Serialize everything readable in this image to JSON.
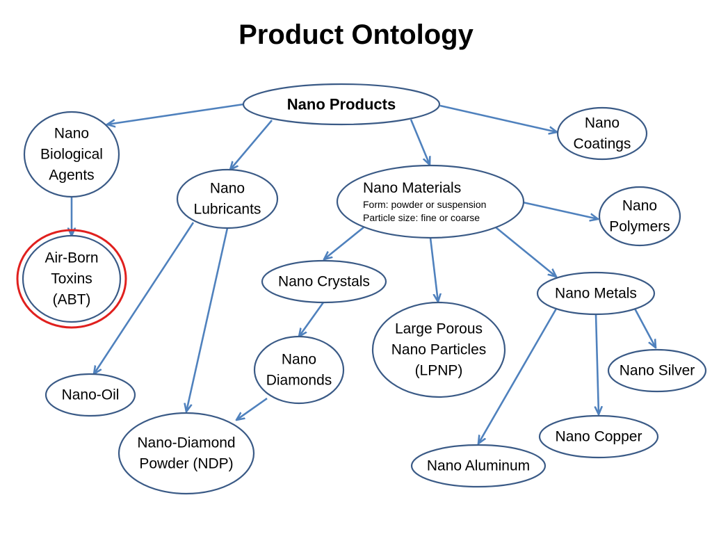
{
  "title": "Product Ontology",
  "colors": {
    "node_stroke": "#3a5a86",
    "edge": "#4f81bd",
    "highlight": "#e0201e"
  },
  "nodes": {
    "nano_products": {
      "lines": [
        "Nano Products"
      ]
    },
    "nano_bio": {
      "lines": [
        "Nano",
        "Biological",
        "Agents"
      ]
    },
    "nano_coatings": {
      "lines": [
        "Nano",
        "Coatings"
      ]
    },
    "nano_lubricants": {
      "lines": [
        "Nano",
        "Lubricants"
      ]
    },
    "nano_materials": {
      "lines": [
        "Nano Materials"
      ],
      "details": [
        "Form: powder or suspension",
        "Particle size: fine or coarse"
      ]
    },
    "nano_polymers": {
      "lines": [
        "Nano",
        "Polymers"
      ]
    },
    "abt": {
      "lines": [
        "Air-Born",
        "Toxins",
        "(ABT)"
      ]
    },
    "nano_crystals": {
      "lines": [
        "Nano Crystals"
      ]
    },
    "nano_metals": {
      "lines": [
        "Nano Metals"
      ]
    },
    "lpnp": {
      "lines": [
        "Large Porous",
        "Nano Particles",
        "(LPNP)"
      ]
    },
    "nano_diamonds": {
      "lines": [
        "Nano",
        "Diamonds"
      ]
    },
    "nano_silver": {
      "lines": [
        "Nano Silver"
      ]
    },
    "nano_oil": {
      "lines": [
        "Nano-Oil"
      ]
    },
    "ndp": {
      "lines": [
        "Nano-Diamond",
        "Powder (NDP)"
      ]
    },
    "nano_copper": {
      "lines": [
        "Nano Copper"
      ]
    },
    "nano_aluminum": {
      "lines": [
        "Nano Aluminum"
      ]
    }
  },
  "edges": [
    [
      "nano_products",
      "nano_bio"
    ],
    [
      "nano_products",
      "nano_lubricants"
    ],
    [
      "nano_products",
      "nano_materials"
    ],
    [
      "nano_products",
      "nano_coatings"
    ],
    [
      "nano_bio",
      "abt"
    ],
    [
      "nano_materials",
      "nano_polymers"
    ],
    [
      "nano_materials",
      "nano_crystals"
    ],
    [
      "nano_materials",
      "lpnp"
    ],
    [
      "nano_materials",
      "nano_metals"
    ],
    [
      "nano_lubricants",
      "nano_oil"
    ],
    [
      "nano_lubricants",
      "ndp"
    ],
    [
      "nano_crystals",
      "nano_diamonds"
    ],
    [
      "nano_diamonds",
      "ndp"
    ],
    [
      "nano_metals",
      "nano_silver"
    ],
    [
      "nano_metals",
      "nano_copper"
    ],
    [
      "nano_metals",
      "nano_aluminum"
    ]
  ]
}
